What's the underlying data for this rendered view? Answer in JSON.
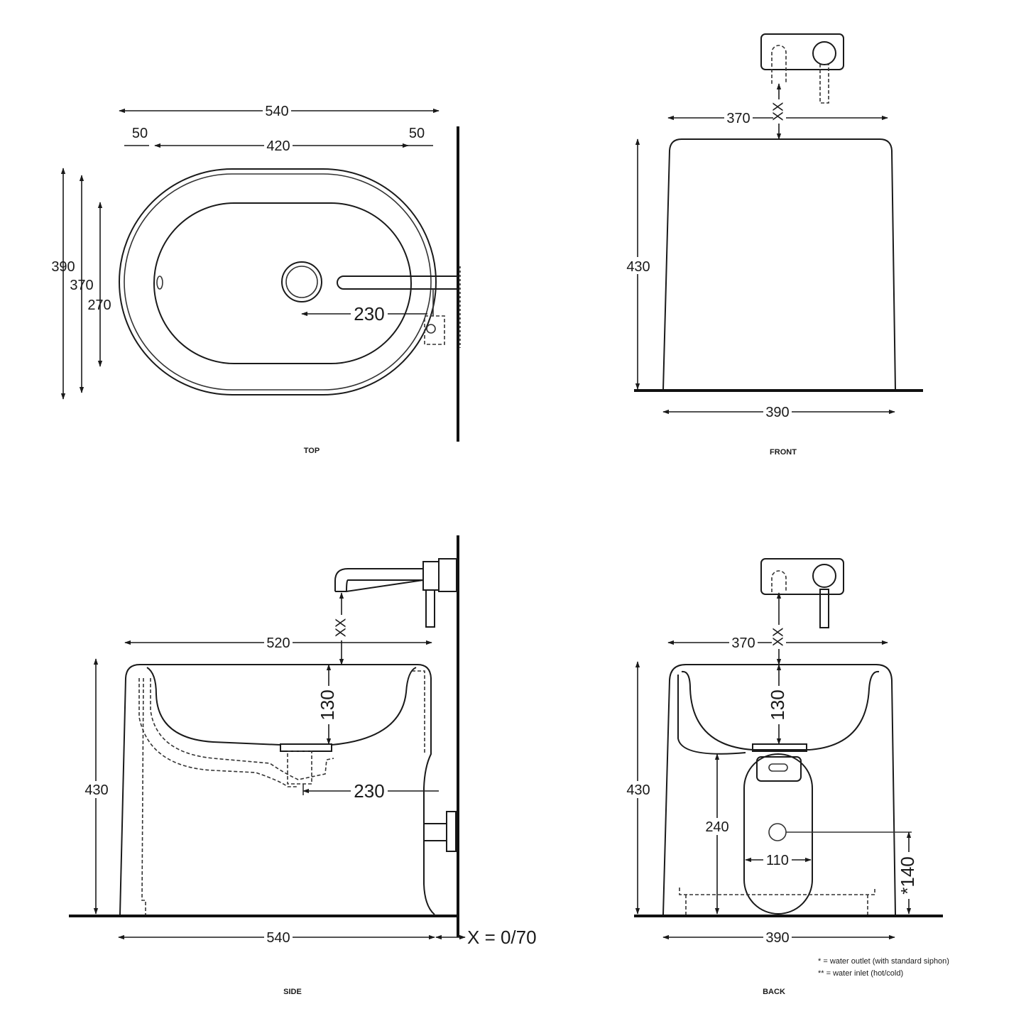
{
  "views": {
    "top": "TOP",
    "front": "FRONT",
    "side": "SIDE",
    "back": "BACK"
  },
  "top_view": {
    "overall_width": "540",
    "left_margin": "50",
    "inner_width": "420",
    "right_margin": "50",
    "overall_depth": "390",
    "rim_depth": "370",
    "bowl_depth": "270",
    "drain_offset": "230"
  },
  "front_view": {
    "top_width": "370",
    "tap_gap": "XX",
    "height": "430",
    "base_width": "390"
  },
  "side_view": {
    "width": "520",
    "tap_gap": "XX",
    "bowl_depth": "130",
    "height": "430",
    "drain_offset": "230",
    "base_width": "540",
    "wall_gap": "X = 0/70"
  },
  "back_view": {
    "top_width": "370",
    "tap_gap": "XX",
    "bowl_depth": "130",
    "height": "430",
    "cutout_height": "240",
    "cutout_width": "110",
    "outlet_height": "*140",
    "base_width": "390"
  },
  "notes": [
    "* = water outlet (with standard siphon)",
    "** = water inlet (hot/cold)"
  ]
}
